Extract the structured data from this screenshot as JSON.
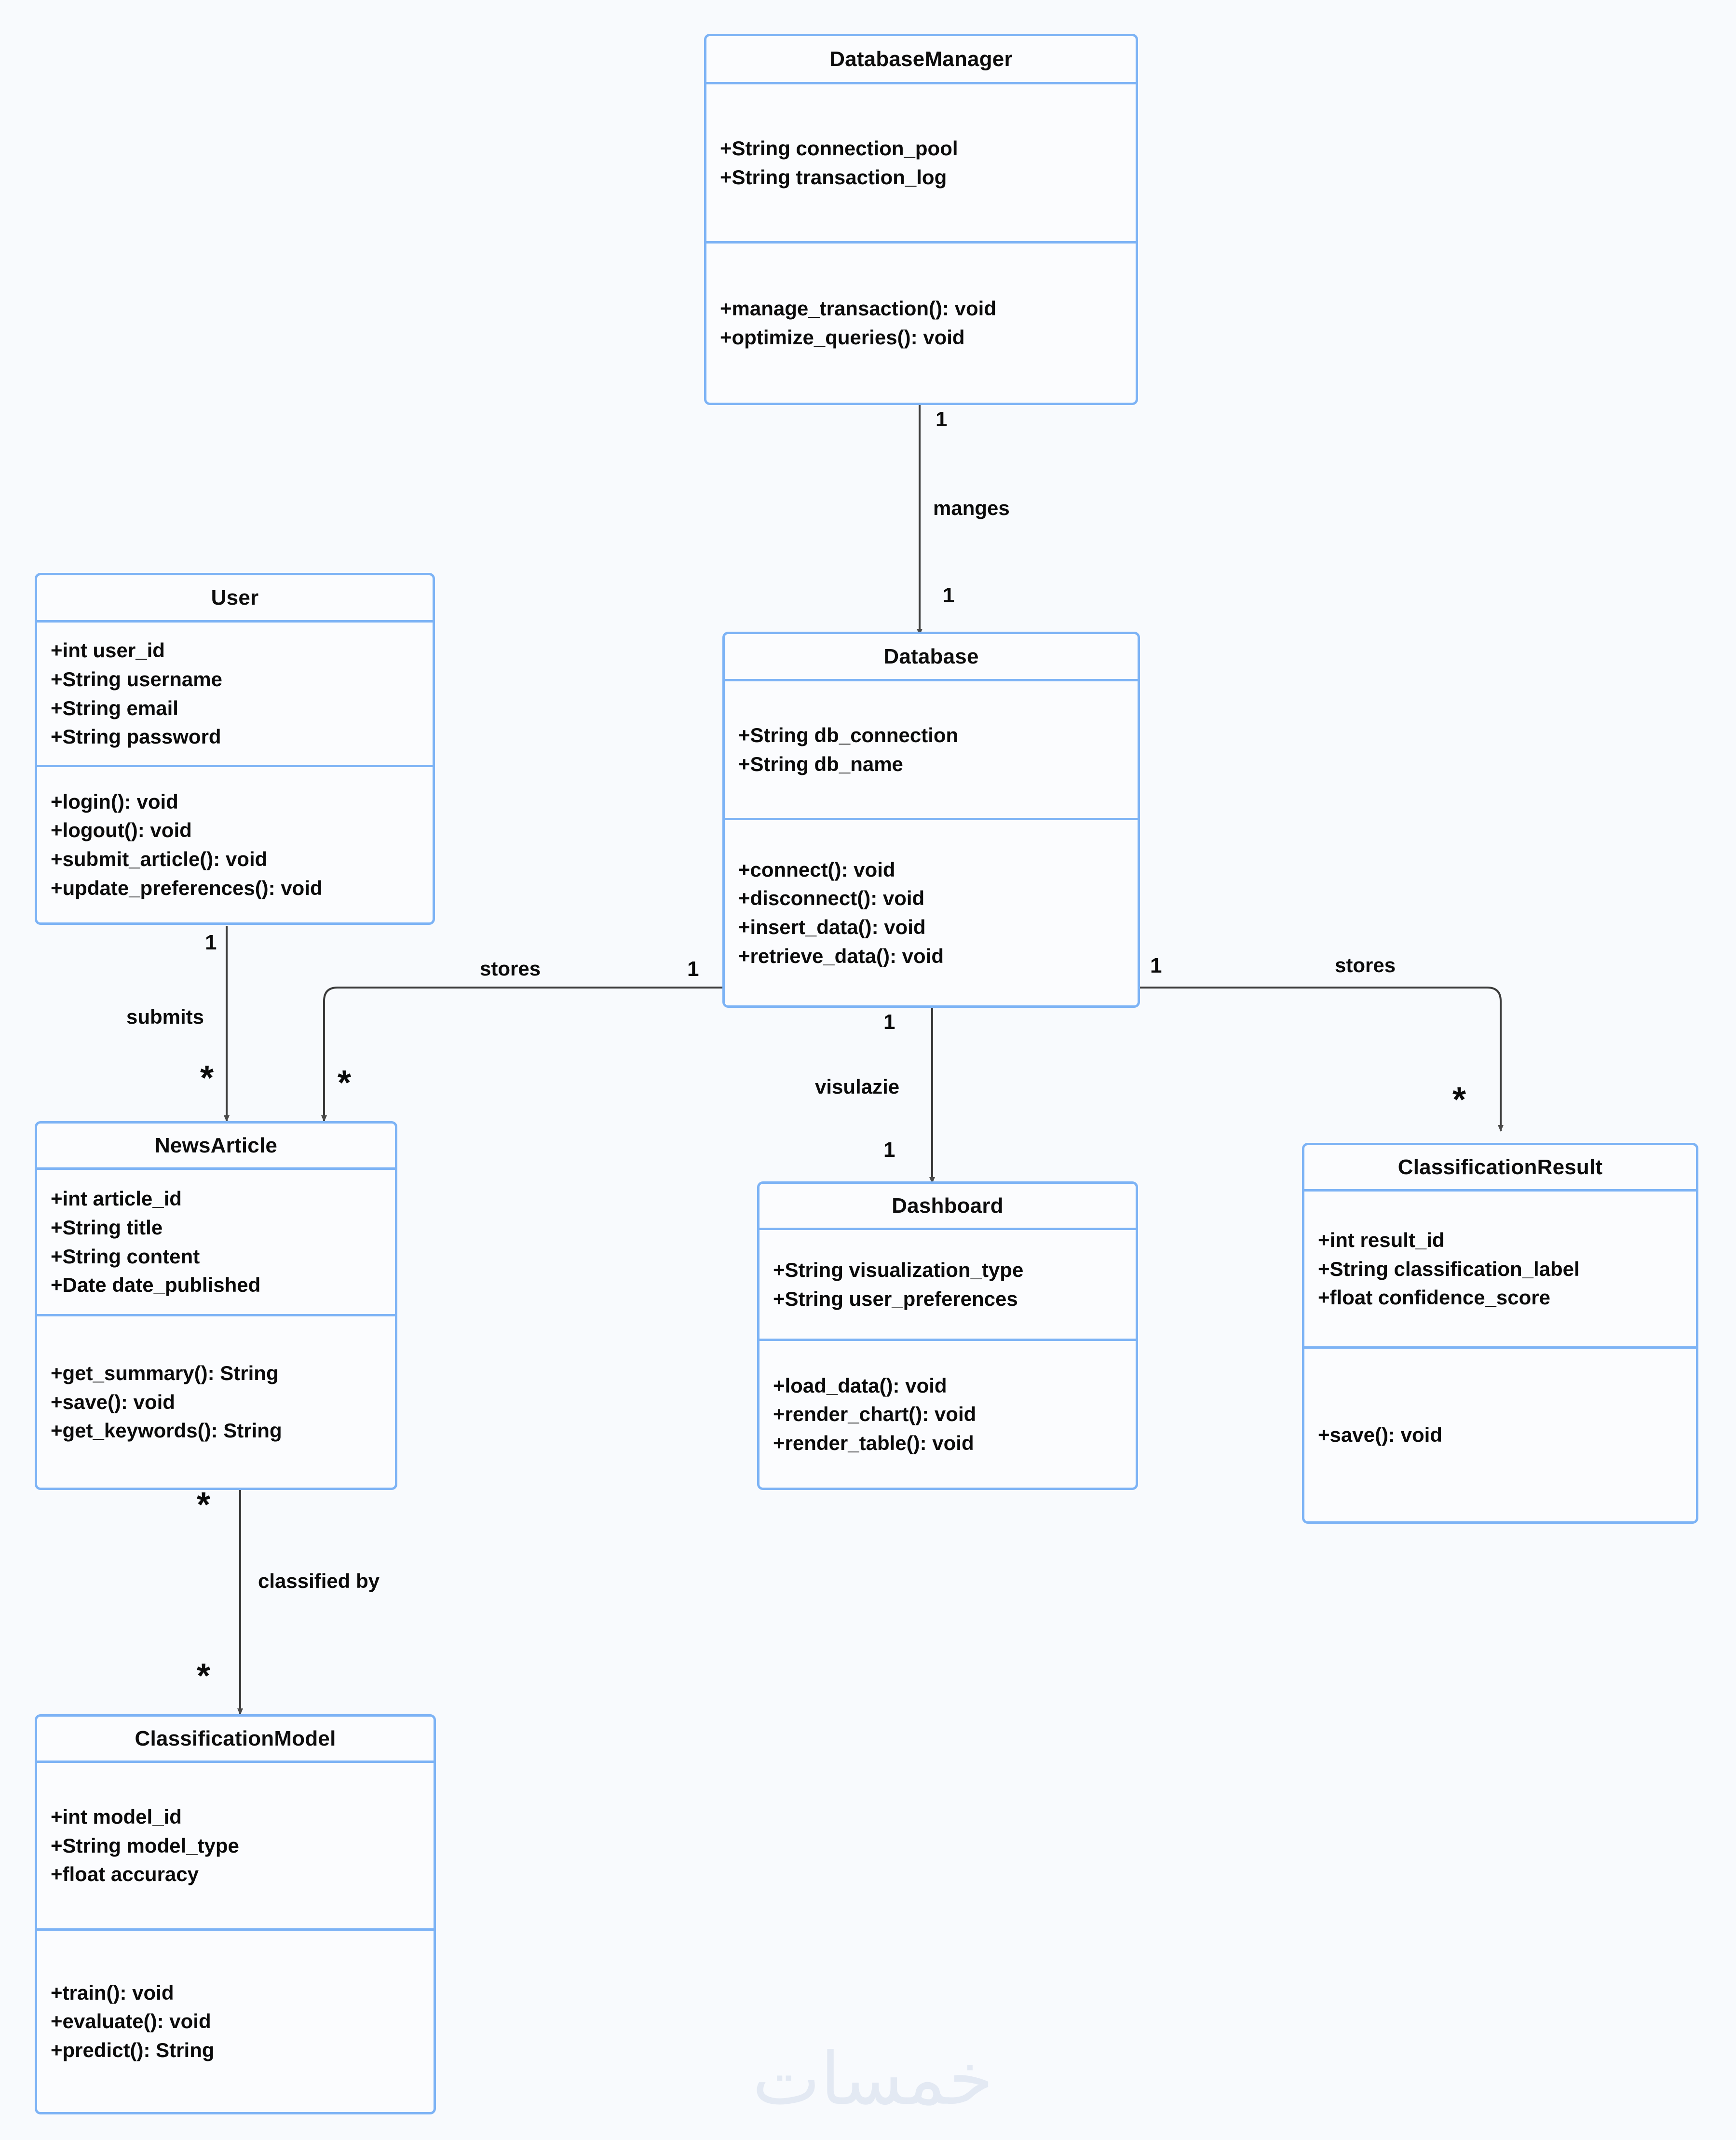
{
  "diagram": {
    "type": "uml-class-diagram",
    "background_color": "#f8fafd",
    "box_border_color": "#7db3f5",
    "connector_color": "#3b3b3b",
    "text_color": "#0b0b0b"
  },
  "classes": {
    "database_manager": {
      "name": "DatabaseManager",
      "attributes": [
        "+String connection_pool",
        "+String transaction_log"
      ],
      "methods": [
        "+manage_transaction(): void",
        "+optimize_queries(): void"
      ]
    },
    "user": {
      "name": "User",
      "attributes": [
        "+int user_id",
        "+String username",
        "+String email",
        "+String password"
      ],
      "methods": [
        "+login(): void",
        "+logout(): void",
        "+submit_article(): void",
        "+update_preferences(): void"
      ]
    },
    "database": {
      "name": "Database",
      "attributes": [
        "+String db_connection",
        "+String db_name"
      ],
      "methods": [
        "+connect(): void",
        "+disconnect(): void",
        "+insert_data(): void",
        "+retrieve_data(): void"
      ]
    },
    "news_article": {
      "name": "NewsArticle",
      "attributes": [
        "+int article_id",
        "+String title",
        "+String content",
        "+Date date_published"
      ],
      "methods": [
        "+get_summary(): String",
        "+save(): void",
        "+get_keywords(): String"
      ]
    },
    "dashboard": {
      "name": "Dashboard",
      "attributes": [
        "+String visualization_type",
        "+String user_preferences"
      ],
      "methods": [
        "+load_data(): void",
        "+render_chart(): void",
        "+render_table(): void"
      ]
    },
    "classification_result": {
      "name": "ClassificationResult",
      "attributes": [
        "+int result_id",
        "+String classification_label",
        "+float confidence_score"
      ],
      "methods": [
        "+save(): void"
      ]
    },
    "classification_model": {
      "name": "ClassificationModel",
      "attributes": [
        "+int model_id",
        "+String model_type",
        "+float accuracy"
      ],
      "methods": [
        "+train(): void",
        "+evaluate(): void",
        "+predict(): String"
      ]
    }
  },
  "relationships": {
    "manages": {
      "label": "manges",
      "source_multiplicity": "1",
      "target_multiplicity": "1"
    },
    "submits": {
      "label": "submits",
      "source_multiplicity": "1",
      "target_multiplicity": "*"
    },
    "stores_article": {
      "label": "stores",
      "source_multiplicity": "1",
      "target_multiplicity": "*"
    },
    "visualize": {
      "label": "visulazie",
      "source_multiplicity": "1",
      "target_multiplicity": "1"
    },
    "stores_result": {
      "label": "stores",
      "source_multiplicity": "1",
      "target_multiplicity": "*"
    },
    "classified_by": {
      "label": "classified by",
      "source_multiplicity": "*",
      "target_multiplicity": "*"
    }
  },
  "watermark": {
    "text": "خمسات"
  }
}
